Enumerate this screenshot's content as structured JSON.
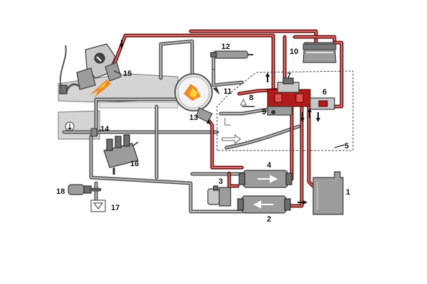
{
  "diagram": {
    "labels": [
      {
        "id": "1",
        "text": "1"
      },
      {
        "id": "2",
        "text": "2"
      },
      {
        "id": "3",
        "text": "3"
      },
      {
        "id": "4",
        "text": "4"
      },
      {
        "id": "5",
        "text": "5"
      },
      {
        "id": "6",
        "text": "6"
      },
      {
        "id": "7",
        "text": "7"
      },
      {
        "id": "8",
        "text": "8"
      },
      {
        "id": "9",
        "text": "9"
      },
      {
        "id": "10",
        "text": "10"
      },
      {
        "id": "11",
        "text": "11"
      },
      {
        "id": "12",
        "text": "12"
      },
      {
        "id": "13",
        "text": "13"
      },
      {
        "id": "14",
        "text": "14"
      },
      {
        "id": "15",
        "text": "15"
      },
      {
        "id": "16",
        "text": "16"
      },
      {
        "id": "17",
        "text": "17"
      },
      {
        "id": "18",
        "text": "18"
      }
    ],
    "colors": {
      "fuel_line": "#6b0f0f",
      "fuel_highlight": "#d96a6a",
      "air_line": "#555555",
      "component": "#9c9c9c",
      "engine_block": "#d4d4d4",
      "flame": "#f08a24"
    }
  }
}
